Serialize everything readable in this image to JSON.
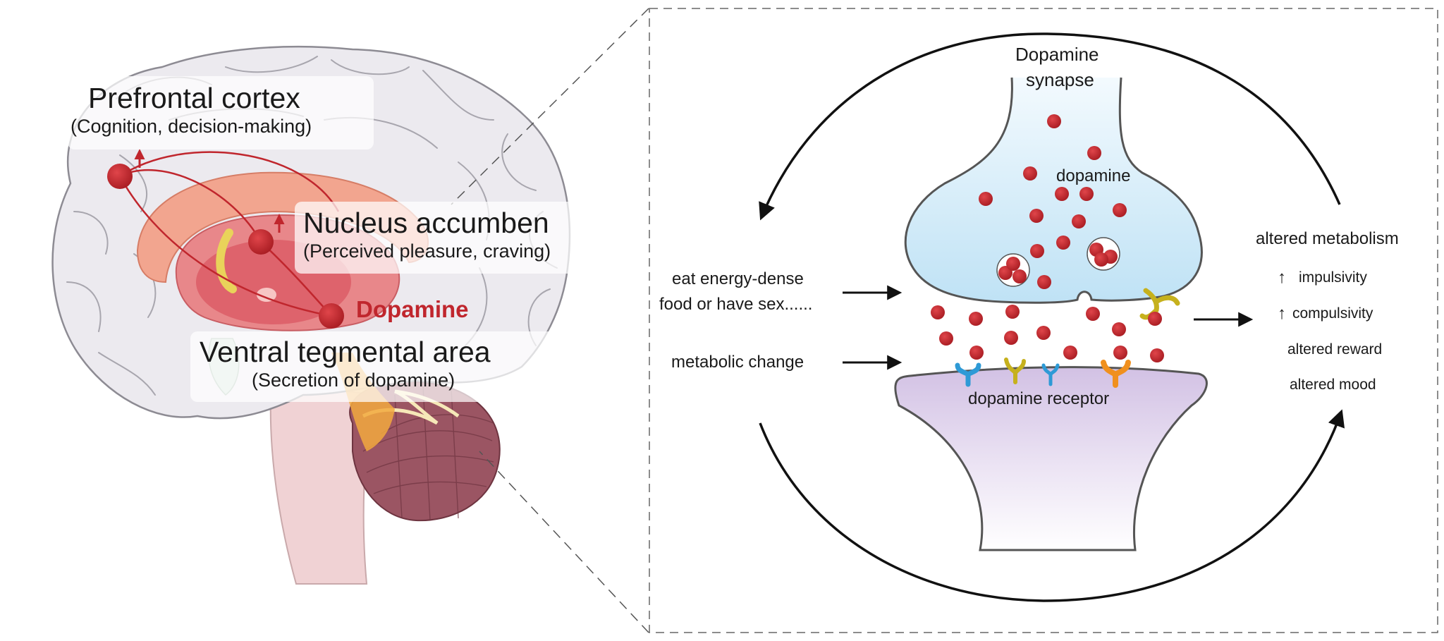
{
  "brain": {
    "prefrontal": {
      "title": "Prefrontal cortex",
      "subtitle": "(Cognition, decision-making)"
    },
    "nucleus": {
      "title": "Nucleus accumben",
      "subtitle": "(Perceived pleasure, craving)"
    },
    "dopamine_label": "Dopamine",
    "vta": {
      "title": "Ventral tegmental area",
      "subtitle": "(Secretion of dopamine)"
    }
  },
  "synapse": {
    "title_line1": "Dopamine",
    "title_line2": "synapse",
    "vesicle_label": "dopamine",
    "receptor_label": "dopamine receptor"
  },
  "inputs": {
    "stimulus_line1": "eat energy-dense",
    "stimulus_line2": "food or have sex......",
    "metabolic": "metabolic change"
  },
  "outcomes": {
    "heading": "altered metabolism",
    "items": [
      "impulsivity",
      "compulsivity",
      "altered reward",
      "altered mood"
    ],
    "up_arrow": "↑"
  },
  "colors": {
    "dot": "#c0262d",
    "dopamine_text": "#c0262d",
    "presynaptic_top": "#eef7fd",
    "presynaptic_bottom": "#bfe2f5",
    "postsynaptic_top": "#d6c6e6",
    "postsynaptic_bottom": "#ffffff",
    "receptor_blue": "#2e9ad6",
    "receptor_yellow": "#c6b11d",
    "receptor_orange": "#f0901e"
  }
}
